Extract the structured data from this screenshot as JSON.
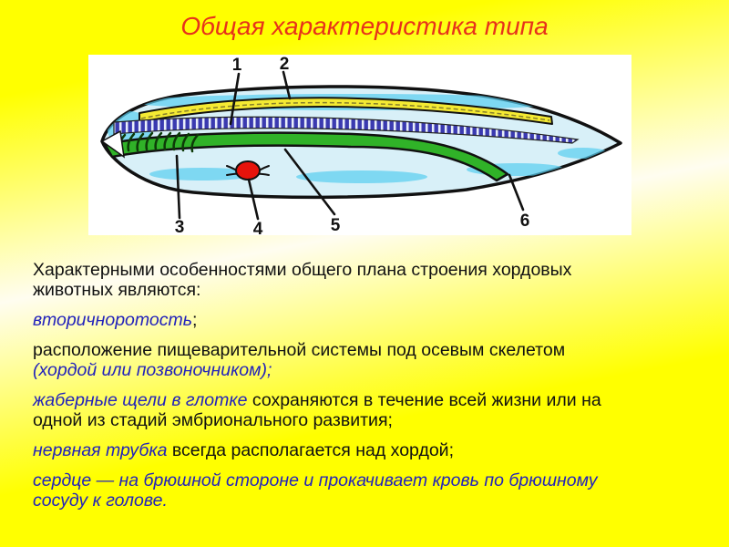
{
  "slide": {
    "title": "Общая характеристика типа"
  },
  "diagram": {
    "labels": [
      "1",
      "2",
      "3",
      "4",
      "5",
      "6"
    ]
  },
  "body": {
    "paragraphs": [
      {
        "segments": [
          {
            "text": "Характерными особенностями общего плана строения хордовых\nживотных являются:",
            "style": "black"
          }
        ]
      },
      {
        "segments": [
          {
            "text": "вторичноротость",
            "style": "blue"
          },
          {
            "text": ";",
            "style": "black"
          }
        ]
      },
      {
        "segments": [
          {
            "text": "расположение пищеварительной системы под осевым скелетом\n",
            "style": "black"
          },
          {
            "text": "(хордой или позвоночником);",
            "style": "blue"
          }
        ]
      },
      {
        "segments": [
          {
            "text": "жаберные щели в глотке",
            "style": "blue"
          },
          {
            "text": " сохраняются в течение всей жизни или на\nодной из стадий эмбрионального развития;",
            "style": "black"
          }
        ]
      },
      {
        "segments": [
          {
            "text": "нервная трубка",
            "style": "blue"
          },
          {
            "text": " всегда располагается над хордой;",
            "style": "black"
          }
        ]
      },
      {
        "segments": [
          {
            "text": "сердце — на брюшной стороне и прокачивает кровь по брюшному\nсосуду к голове.",
            "style": "blue"
          }
        ]
      }
    ]
  },
  "colors": {
    "background_yellow": "#ffff00",
    "background_pale": "#fffdf0",
    "title_red": "#e7321b",
    "text_blue": "#2222bb",
    "text_black": "#111111",
    "body_fill": "#d8f0f8",
    "patch_cyan": "#58cdef",
    "stripe_yellow": "#f4ea33",
    "gut_green": "#30b228",
    "heart_red": "#e7130b",
    "notochord_blue": "#3a3ab0",
    "outline_black": "#111111"
  }
}
